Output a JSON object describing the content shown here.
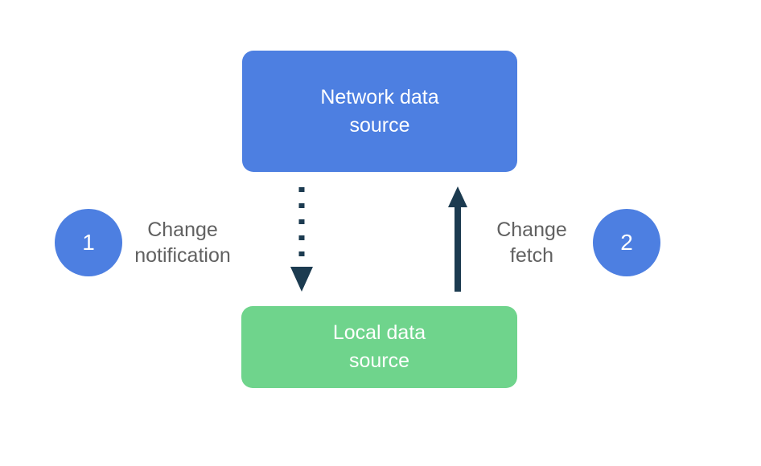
{
  "colors": {
    "blue": "#4D7FE1",
    "green": "#6FD48C",
    "navy": "#1C3B50",
    "gray": "#616161",
    "white": "#FFFFFF",
    "background": "#FFFFFF"
  },
  "diagram": {
    "network_box": {
      "line1": "Network data",
      "line2": "source"
    },
    "local_box": {
      "line1": "Local data",
      "line2": "source"
    },
    "step1": {
      "number": "1",
      "label_line1": "Change",
      "label_line2": "notification",
      "arrow_style": "dotted",
      "arrow_direction": "down"
    },
    "step2": {
      "number": "2",
      "label_line1": "Change",
      "label_line2": "fetch",
      "arrow_style": "solid",
      "arrow_direction": "up"
    }
  }
}
